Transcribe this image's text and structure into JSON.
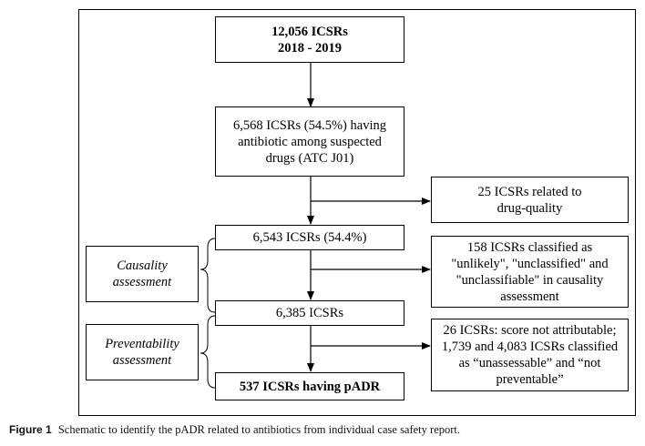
{
  "flow": {
    "total": [
      "12,056 ICSRs",
      "2018 - 2019"
    ],
    "antibiotic": [
      "6,568 ICSRs (54.5%) having",
      "antibiotic among suspected",
      "drugs (ATC J01)"
    ],
    "excluded_quality": [
      "25 ICSRs related to",
      "drug-quality"
    ],
    "after_quality": "6,543 ICSRs (54.4%)",
    "excluded_causality": [
      "158 ICSRs classified as",
      "\"unlikely\", \"unclassified\" and",
      "\"unclassifiable\" in causality",
      "assessment"
    ],
    "after_causality": "6,385 ICSRs",
    "excluded_preventability": [
      "26 ICSRs: score not attributable;",
      "1,739 and 4,083 ICSRs classified",
      "as “unassessable” and “not",
      "preventable”"
    ],
    "final": "537 ICSRs having pADR"
  },
  "side_labels": {
    "causality": [
      "Causality",
      "assessment"
    ],
    "preventability": [
      "Preventability",
      "assessment"
    ]
  },
  "caption": {
    "figure_label": "Figure 1",
    "text": "Schematic to identify the pADR related to antibiotics from individual case safety report."
  }
}
